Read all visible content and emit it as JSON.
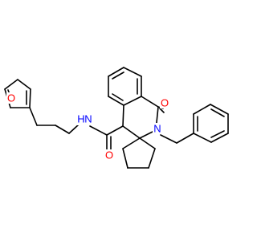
{
  "molecule": {
    "atom_labels": {
      "carbonyl_oxygen": "O",
      "ring_nitrogen": "N",
      "amide_nitrogen": "N",
      "amide_hydrogen": "H",
      "amide_oxygen": "O",
      "furan_oxygen": "O"
    },
    "colors": {
      "bond": "#000000",
      "oxygen": "#ff0000",
      "nitrogen": "#0000ff",
      "background": "#ffffff"
    }
  }
}
